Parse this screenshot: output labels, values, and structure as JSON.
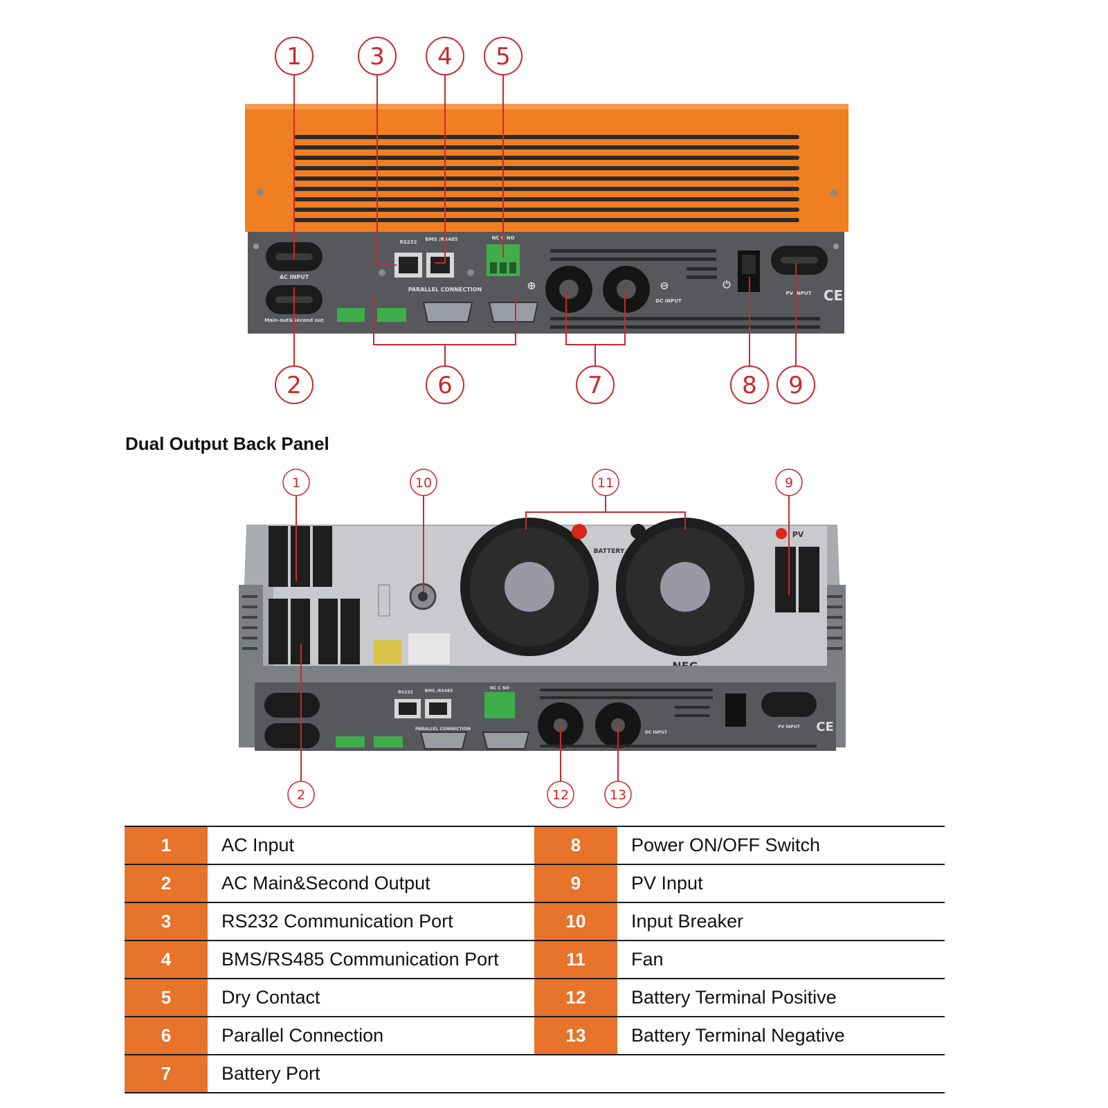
{
  "section_title": "Dual Output Back Panel",
  "top_panel": {
    "callouts": [
      "1",
      "3",
      "4",
      "5",
      "2",
      "6",
      "7",
      "8",
      "9"
    ],
    "labels": {
      "ac_input": "AC INPUT",
      "main_second_out": "Main-out&Second out",
      "rs232": "RS232",
      "bms": "BMS /RS485",
      "nc_c_no": "NC C NO",
      "parallel": "PARALLEL CONNECTION",
      "dc_input": "DC INPUT",
      "pv_input": "PV INPUT",
      "ce": "CE"
    }
  },
  "bottom_panel": {
    "callouts": [
      "1",
      "10",
      "11",
      "9",
      "2",
      "12",
      "13"
    ],
    "labels": {
      "battery": "BATTERY",
      "pv": "PV",
      "neg": "NEG",
      "rs232": "RS232",
      "bms": "BMS /RS485",
      "nc_c_no": "NC C NO",
      "parallel": "PARALLEL CONNECTION",
      "pv_input": "PV INPUT",
      "dc_input": "DC INPUT",
      "ce": "CE"
    }
  },
  "legend": {
    "rows": [
      {
        "left": {
          "num": "1",
          "label": "AC Input"
        },
        "right": {
          "num": "8",
          "label": "Power ON/OFF Switch"
        }
      },
      {
        "left": {
          "num": "2",
          "label": "AC Main&Second Output"
        },
        "right": {
          "num": "9",
          "label": "PV Input"
        }
      },
      {
        "left": {
          "num": "3",
          "label": "RS232 Communication Port"
        },
        "right": {
          "num": "10",
          "label": "Input Breaker"
        }
      },
      {
        "left": {
          "num": "4",
          "label": "BMS/RS485 Communication Port"
        },
        "right": {
          "num": "11",
          "label": "Fan"
        }
      },
      {
        "left": {
          "num": "5",
          "label": "Dry Contact"
        },
        "right": {
          "num": "12",
          "label": "Battery Terminal Positive"
        }
      },
      {
        "left": {
          "num": "6",
          "label": "Parallel Connection"
        },
        "right": {
          "num": "13",
          "label": "Battery Terminal Negative"
        }
      },
      {
        "left": {
          "num": "7",
          "label": "Battery Port"
        }
      }
    ]
  },
  "colors": {
    "accent_orange": "#e8732b",
    "callout_red": "#c9282d",
    "panel_grey": "#56585c"
  }
}
